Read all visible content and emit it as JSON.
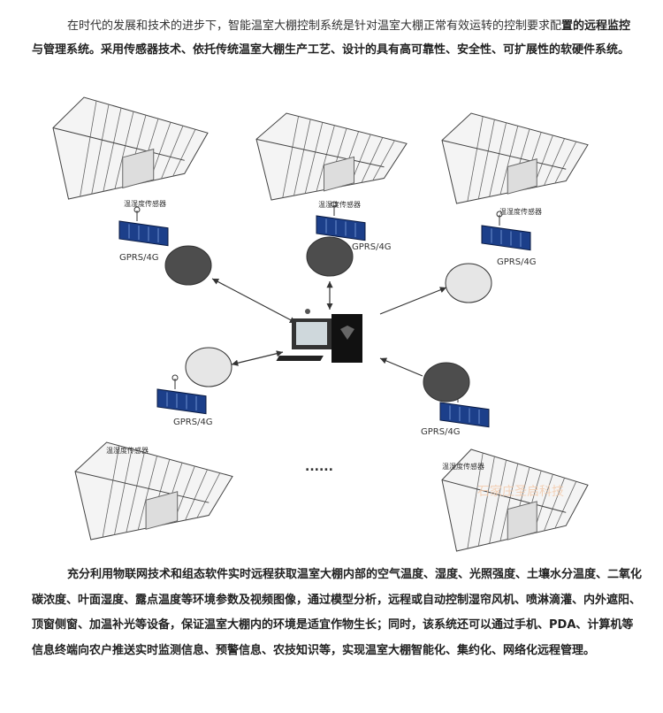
{
  "intro": {
    "line1": "在时代的发展和技术的进步下，智能温室大棚控制系统是针对温室大棚正常有效运转的控制要求配",
    "rest": "置的远程监控与管理系统。采用传感器技术、依托传统温室大棚生产工艺、设计的具有高可靠性、安全性、可扩展性的软硬件系统。"
  },
  "diagram": {
    "sensor_label": "温湿度传感器",
    "network_label": "GPRS/4G",
    "ellipsis": "......",
    "watermark": "石家庄圣启科技"
  },
  "body": {
    "text": "充分利用物联网技术和组态软件实时远程获取温室大棚内部的空气温度、湿度、光照强度、土壤水分温度、二氧化碳浓度、叶面湿度、露点温度等环境参数及视频图像，通过模型分析，远程或自动控制湿帘风机、喷淋滴灌、内外遮阳、顶窗侧窗、加温补光等设备，保证温室大棚内的环境是适宜作物生长；同时，该系统还可以通过手机、PDA、计算机等信息终端向农户推送实时监测信息、预警信息、农技知识等，实现温室大棚智能化、集约化、网络化远程管理。"
  }
}
